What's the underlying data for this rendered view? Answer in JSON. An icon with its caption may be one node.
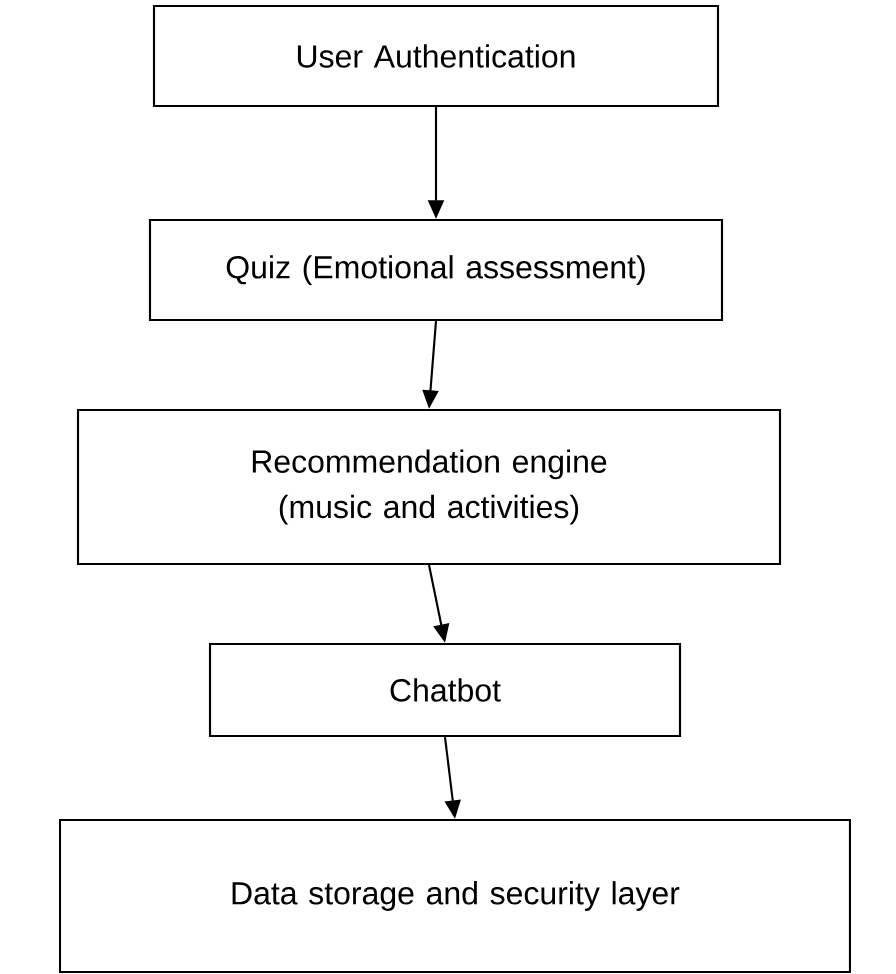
{
  "diagram": {
    "nodes": [
      {
        "text": [
          "User Authentication"
        ]
      },
      {
        "text": [
          "Quiz (Emotional assessment)"
        ]
      },
      {
        "text": [
          "Recommendation engine (music and activities)"
        ]
      },
      {
        "text": [
          "Chatbot"
        ]
      },
      {
        "text": [
          "Data storage and security layer"
        ]
      }
    ],
    "edges": [
      {
        "from": 0,
        "to": 1,
        "arrow": "to"
      },
      {
        "from": 1,
        "to": 2,
        "arrow": "to"
      },
      {
        "from": 2,
        "to": 3,
        "arrow": "to"
      },
      {
        "from": 3,
        "to": 4,
        "arrow": "to"
      }
    ]
  }
}
